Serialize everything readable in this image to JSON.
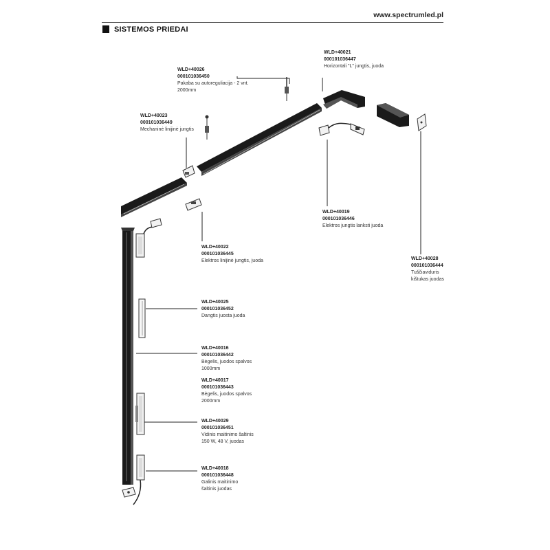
{
  "header": {
    "url": "www.spectrumled.pl",
    "title": "SISTEMOS PRIEDAI"
  },
  "parts": [
    {
      "sku": "WLD+40026",
      "code": "000101036450",
      "desc": [
        "Pakaba su autoreguliacija - 2 vnt.",
        "2000mm"
      ]
    },
    {
      "sku": "WLD+40021",
      "code": "000101036447",
      "desc": [
        "Horizontali \"L\" jungtis, juoda"
      ]
    },
    {
      "sku": "WLD+40023",
      "code": "000101036449",
      "desc": [
        "Mechaninė linijinė jungtis"
      ]
    },
    {
      "sku": "WLD+40019",
      "code": "000101036446",
      "desc": [
        "Elektros jungtis lanksti juoda"
      ]
    },
    {
      "sku": "WLD+40022",
      "code": "000101036445",
      "desc": [
        "Elektros linijinė jungtis, juoda"
      ]
    },
    {
      "sku": "WLD+40028",
      "code": "000101036444",
      "desc": [
        "Tuščiaviduris",
        "kištukas juodas"
      ]
    },
    {
      "sku": "WLD+40025",
      "code": "000101036452",
      "desc": [
        "Dangtis juosta juoda"
      ]
    },
    {
      "sku": "WLD+40016",
      "code": "000101036442",
      "desc": [
        "Bėgelis, juodos spalvos",
        "1000mm"
      ]
    },
    {
      "sku": "WLD+40017",
      "code": "000101036443",
      "desc": [
        "Bėgelis, juodos spalvos",
        "2000mm"
      ]
    },
    {
      "sku": "WLD+40029",
      "code": "000101036451",
      "desc": [
        "Vidinis maitinimo šaltinis",
        "150 W, 48 V, juodas"
      ]
    },
    {
      "sku": "WLD+40018",
      "code": "000101036448",
      "desc": [
        "Galinis maitinimo",
        "šaltinis juodas"
      ]
    }
  ]
}
